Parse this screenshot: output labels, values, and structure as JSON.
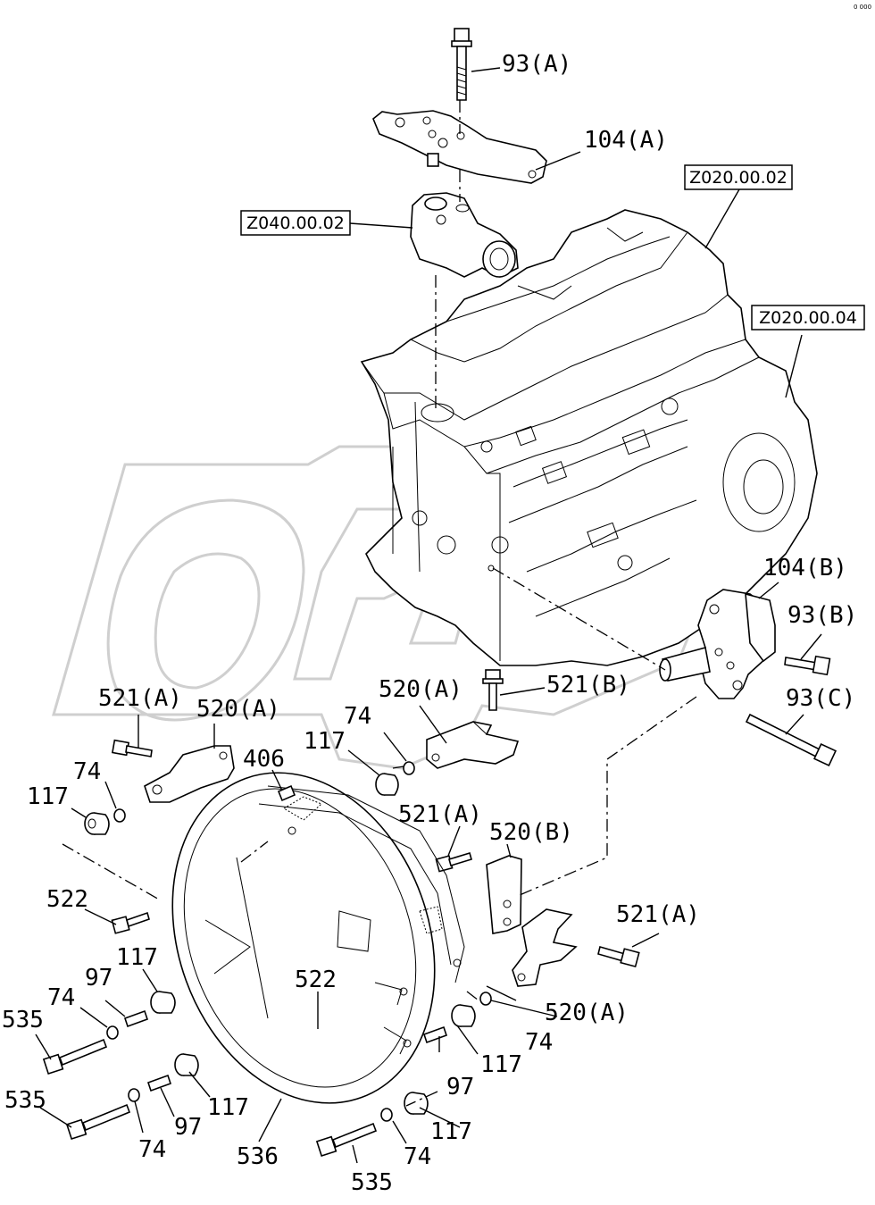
{
  "refs": {
    "r1": "Z020.00.02",
    "r2": "Z040.00.02",
    "r3": "Z020.00.04"
  },
  "labels": {
    "l93a": "93(A)",
    "l104a": "104(A)",
    "l104b": "104(B)",
    "l93b": "93(B)",
    "l93c": "93(C)",
    "l521b": "521(B)",
    "l520a_top": "520(A)",
    "l521a_left": "521(A)",
    "l520a_left": "520(A)",
    "l74_a": "74",
    "l117_a": "117",
    "l406": "406",
    "l74_b": "74",
    "l117_b": "117",
    "l521a_mid": "521(A)",
    "l520b": "520(B)",
    "l522_a": "522",
    "l521a_right": "521(A)",
    "l117_c": "117",
    "l97_a": "97",
    "l522_b": "522",
    "l74_c": "74",
    "l520a_right": "520(A)",
    "l535_a": "535",
    "l74_d": "74",
    "l117_d": "117",
    "l97_b": "97",
    "l117_e": "117",
    "l535_b": "535",
    "l97_c": "97",
    "l117_f": "117",
    "l74_e": "74",
    "l536": "536",
    "l74_f": "74",
    "l535_c": "535"
  },
  "corner_mark": "0 000"
}
